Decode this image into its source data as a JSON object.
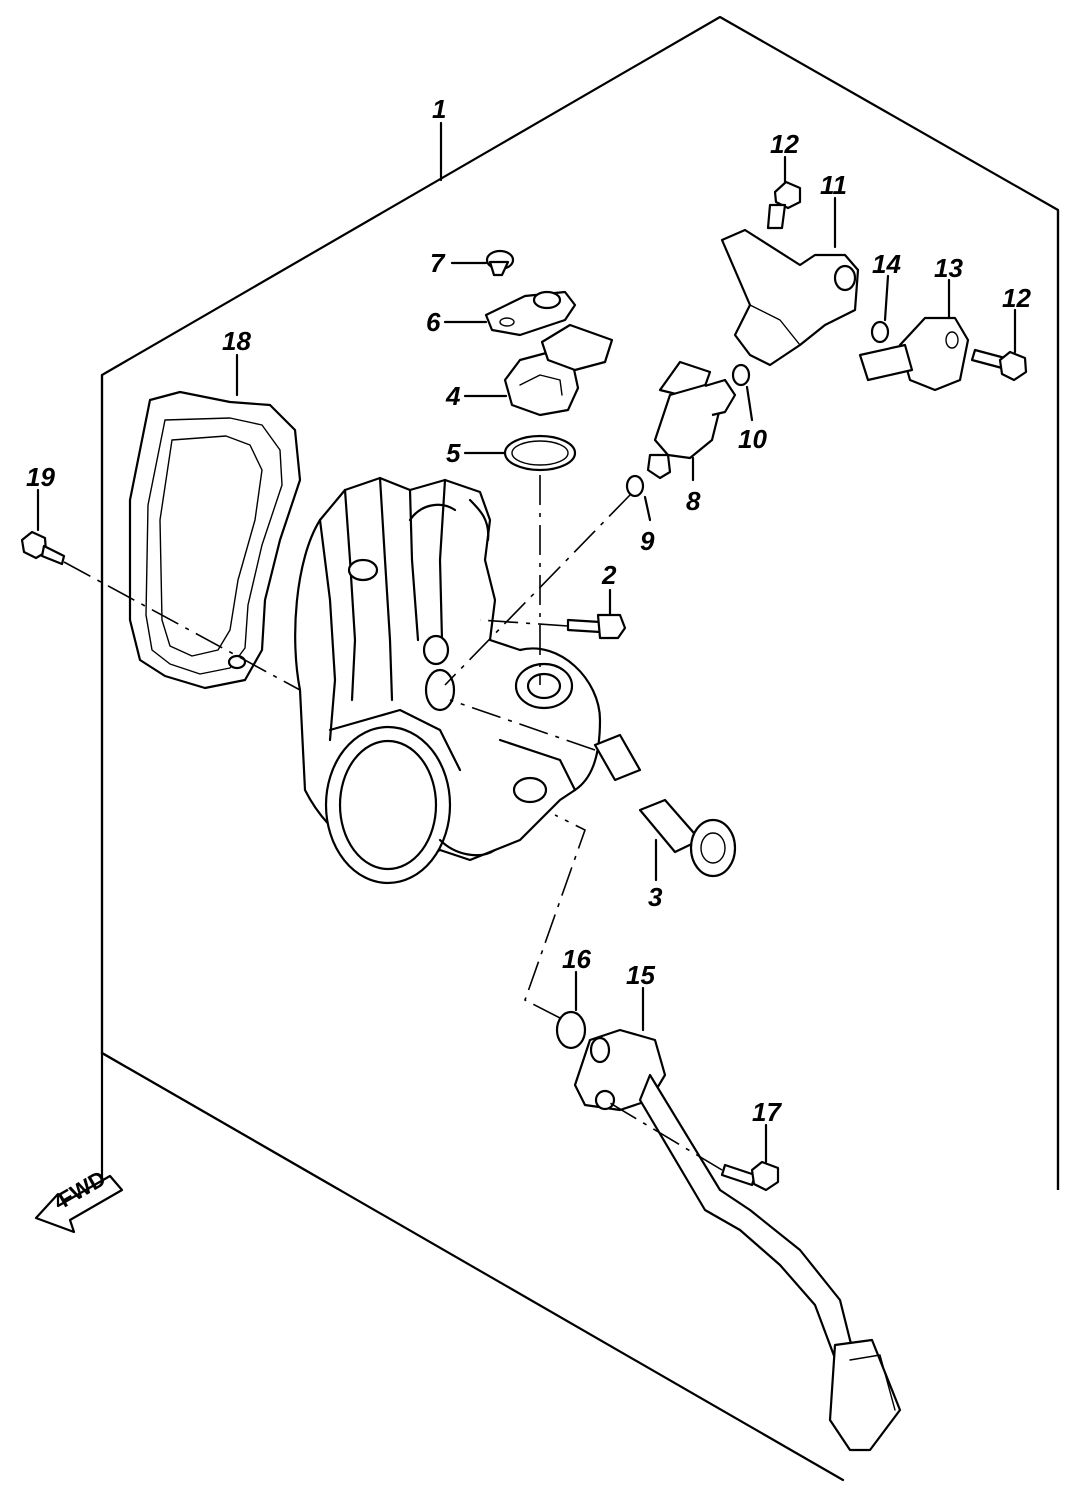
{
  "callouts": [
    {
      "id": "1",
      "label": "1"
    },
    {
      "id": "2",
      "label": "2"
    },
    {
      "id": "3",
      "label": "3"
    },
    {
      "id": "4",
      "label": "4"
    },
    {
      "id": "5",
      "label": "5"
    },
    {
      "id": "6",
      "label": "6"
    },
    {
      "id": "7",
      "label": "7"
    },
    {
      "id": "8",
      "label": "8"
    },
    {
      "id": "9",
      "label": "9"
    },
    {
      "id": "10",
      "label": "10"
    },
    {
      "id": "11",
      "label": "11"
    },
    {
      "id": "12a",
      "label": "12"
    },
    {
      "id": "12b",
      "label": "12"
    },
    {
      "id": "13",
      "label": "13"
    },
    {
      "id": "14",
      "label": "14"
    },
    {
      "id": "15",
      "label": "15"
    },
    {
      "id": "16",
      "label": "16"
    },
    {
      "id": "17",
      "label": "17"
    },
    {
      "id": "18",
      "label": "18"
    },
    {
      "id": "19",
      "label": "19"
    }
  ],
  "fwd_indicator": {
    "label": "FWD"
  }
}
